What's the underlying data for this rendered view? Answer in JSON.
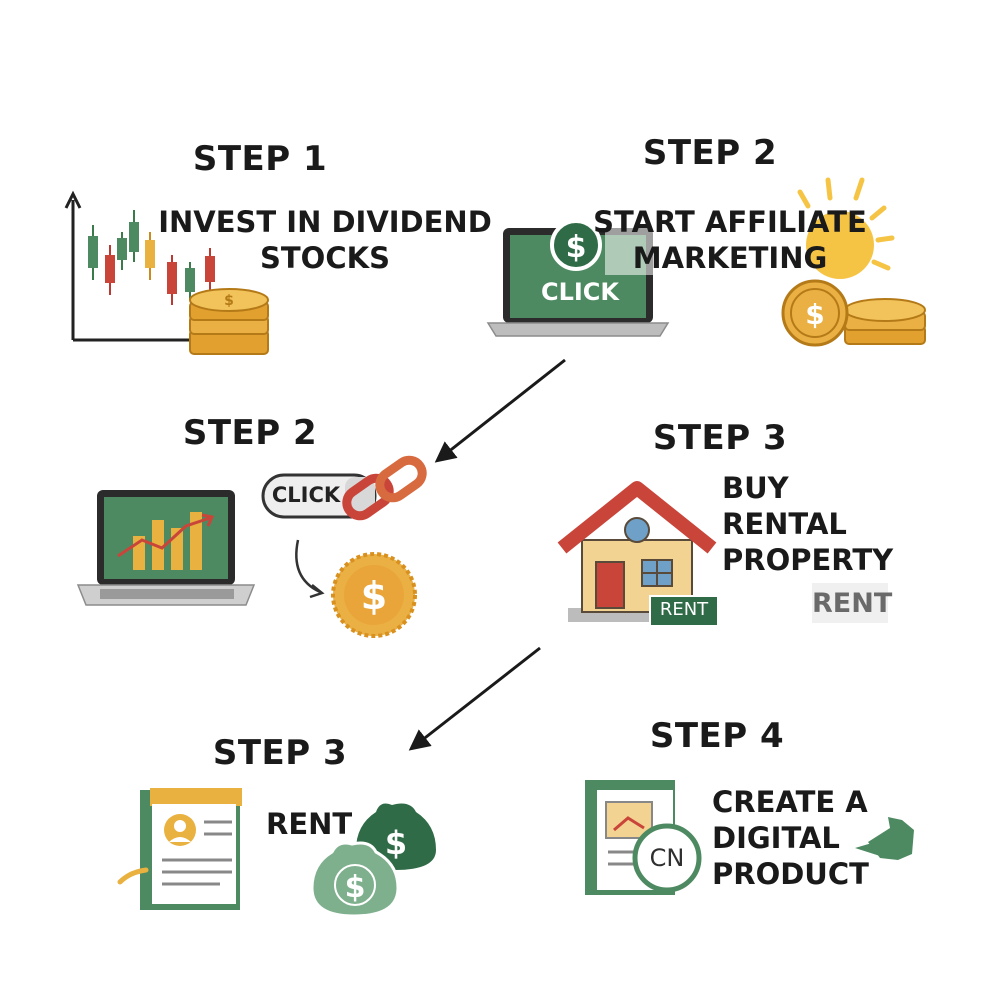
{
  "steps": [
    {
      "title": "STEP 1",
      "line1": "INVEST IN DIVIDEND",
      "line2": "STOCKS"
    },
    {
      "title": "STEP 2",
      "line1": "START AFFILIATE",
      "line2": "MARKETING",
      "click": "CLICK"
    },
    {
      "title": "STEP 2",
      "click": "CLICK"
    },
    {
      "title": "STEP 3",
      "line1": "BUY",
      "line2": "RENTAL",
      "line3": "PROPERTY",
      "rent_sign": "RENT",
      "rent_tag": "RENT"
    },
    {
      "title": "STEP 3",
      "label": "RENT"
    },
    {
      "title": "STEP 4",
      "line1": "CREATE A",
      "line2": "DIGITAL",
      "line3": "PRODUCT",
      "badge": "CN"
    }
  ],
  "icons": {
    "step1": [
      "candlestick-chart-icon",
      "coin-stack-icon"
    ],
    "step2a": [
      "laptop-icon",
      "dollar-coin-icon",
      "sun-icon",
      "coin-stack-icon"
    ],
    "step2b": [
      "laptop-chart-icon",
      "click-button-icon",
      "chain-link-icon",
      "dollar-coin-icon"
    ],
    "step3a": [
      "house-icon"
    ],
    "step3b": [
      "document-icon",
      "money-bag-icon"
    ],
    "step4": [
      "ebook-icon",
      "pointing-hand-icon"
    ]
  },
  "colors": {
    "green": "#4e8a61",
    "dark_green": "#2f6b46",
    "gold": "#e9a53a",
    "red": "#c9453a",
    "text": "#1a1a1a"
  }
}
